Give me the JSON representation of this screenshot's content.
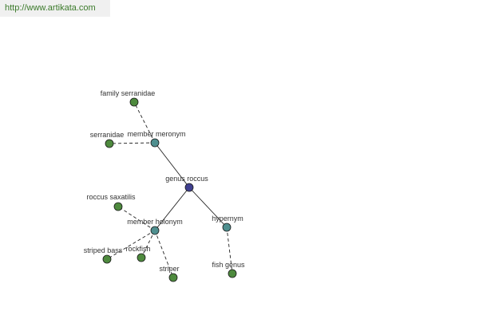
{
  "banner": {
    "url": "http://www.artikata.com"
  },
  "colors": {
    "banner_text": "#3b7a2a",
    "banner_bg": "#f0f0f0",
    "leaf_node": "#4e8a3e",
    "relation_node": "#4f8f8f",
    "center_node": "#3f3f8f",
    "edge": "#222222"
  },
  "graph": {
    "center": "genus roccus",
    "nodes": [
      {
        "id": "center",
        "label": "genus roccus",
        "kind": "center"
      },
      {
        "id": "member_meronym",
        "label": "member meronym",
        "kind": "relation"
      },
      {
        "id": "member_holonym",
        "label": "member holonym",
        "kind": "relation"
      },
      {
        "id": "hypernym",
        "label": "hypernym",
        "kind": "relation"
      },
      {
        "id": "family_serranidae",
        "label": "family serranidae",
        "kind": "leaf"
      },
      {
        "id": "serranidae",
        "label": "serranidae",
        "kind": "leaf"
      },
      {
        "id": "roccus_saxatilis",
        "label": "roccus saxatilis",
        "kind": "leaf"
      },
      {
        "id": "striped_bass",
        "label": "striped bass",
        "kind": "leaf"
      },
      {
        "id": "rockfish",
        "label": "rockfish",
        "kind": "leaf"
      },
      {
        "id": "striper",
        "label": "striper",
        "kind": "leaf"
      },
      {
        "id": "fish_genus",
        "label": "fish genus",
        "kind": "leaf"
      }
    ],
    "edges": [
      {
        "from": "center",
        "to": "member_meronym",
        "style": "solid"
      },
      {
        "from": "center",
        "to": "member_holonym",
        "style": "solid"
      },
      {
        "from": "center",
        "to": "hypernym",
        "style": "solid"
      },
      {
        "from": "member_meronym",
        "to": "family_serranidae",
        "style": "dashed"
      },
      {
        "from": "member_meronym",
        "to": "serranidae",
        "style": "dashed"
      },
      {
        "from": "member_holonym",
        "to": "roccus_saxatilis",
        "style": "dashed"
      },
      {
        "from": "member_holonym",
        "to": "striped_bass",
        "style": "dashed"
      },
      {
        "from": "member_holonym",
        "to": "rockfish",
        "style": "dashed"
      },
      {
        "from": "member_holonym",
        "to": "striper",
        "style": "dashed"
      },
      {
        "from": "hypernym",
        "to": "fish_genus",
        "style": "dashed"
      }
    ]
  }
}
